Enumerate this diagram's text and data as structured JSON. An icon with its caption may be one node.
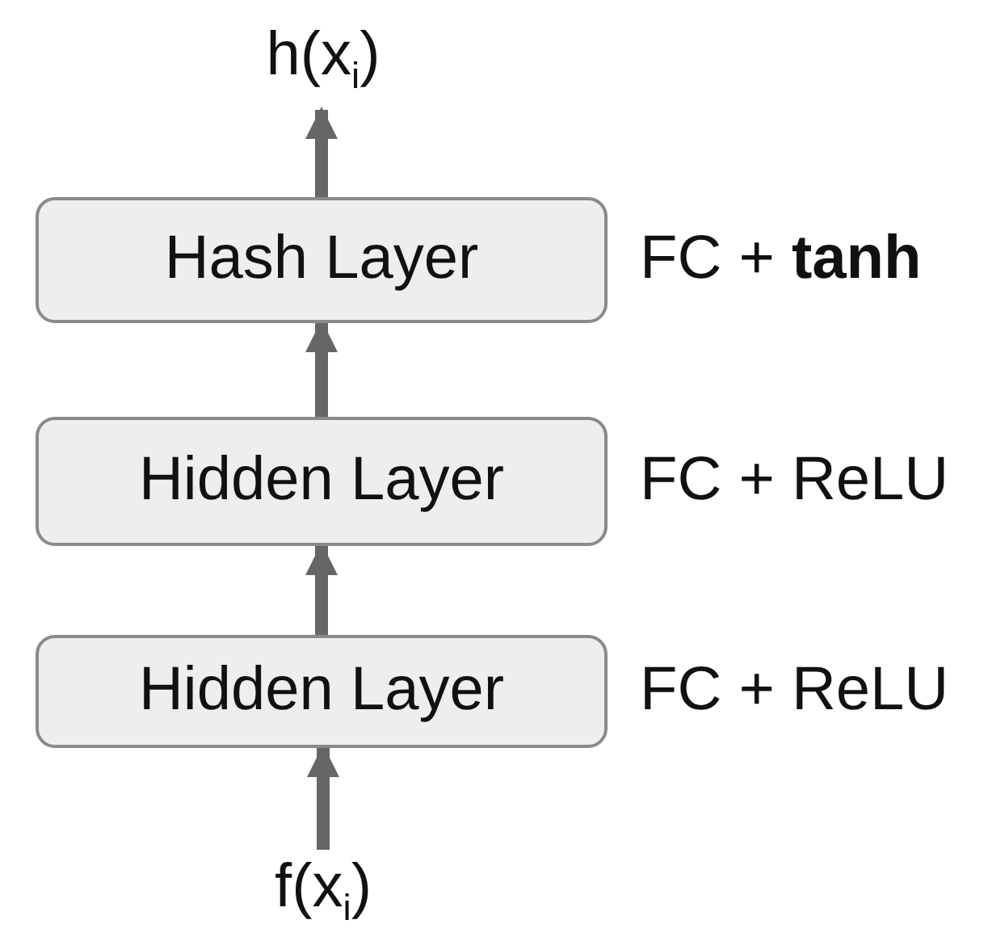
{
  "diagram": {
    "nodes": [
      {
        "text": [
          "h(x$_{i}$)"
        ]
      },
      {
        "text": [
          "Hash Layer"
        ],
        "beside": [
          "FC + **tanh**"
        ]
      },
      {
        "text": [
          "Hidden Layer"
        ],
        "beside": [
          "FC + ReLU"
        ]
      },
      {
        "text": [
          "Hidden Layer"
        ],
        "beside": [
          "FC + ReLU"
        ]
      },
      {
        "text": [
          "f(x$_{i}$)"
        ]
      }
    ],
    "edges": [
      {
        "from": 4,
        "to": 3,
        "arrow": "to"
      },
      {
        "from": 3,
        "to": 2,
        "arrow": "to"
      },
      {
        "from": 2,
        "to": 1,
        "arrow": "to"
      },
      {
        "from": 1,
        "to": 0,
        "arrow": "to"
      }
    ]
  }
}
